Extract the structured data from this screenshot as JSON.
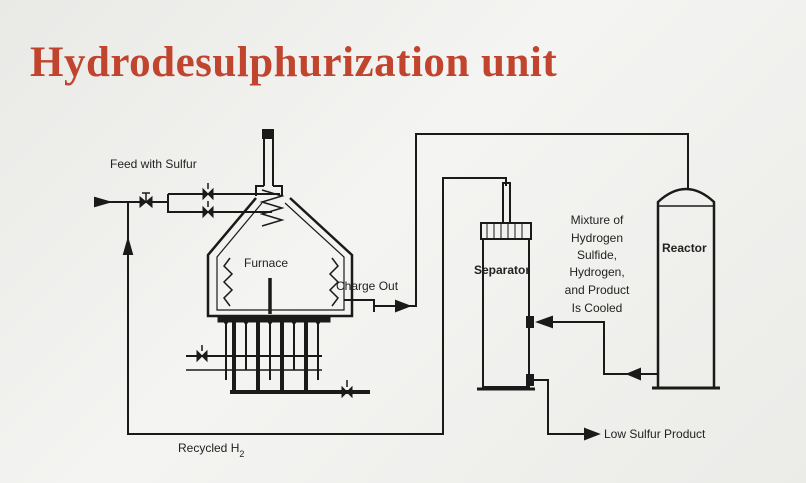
{
  "title": "Hydrodesulphurization unit",
  "labels": {
    "feed": "Feed with Sulfur",
    "furnace": "Furnace",
    "charge_out": "Charge Out",
    "separator": "Separator",
    "reactor": "Reactor",
    "mixture_lines": [
      "Mixture of",
      "Hydrogen",
      "Sulfide,",
      "Hydrogen,",
      "and Product",
      "Is Cooled"
    ],
    "low_sulfur": "Low Sulfur Product",
    "recycled": "Recycled H",
    "recycled_sub": "2"
  },
  "colors": {
    "title": "#c0442e",
    "line": "#1a1a1a"
  }
}
